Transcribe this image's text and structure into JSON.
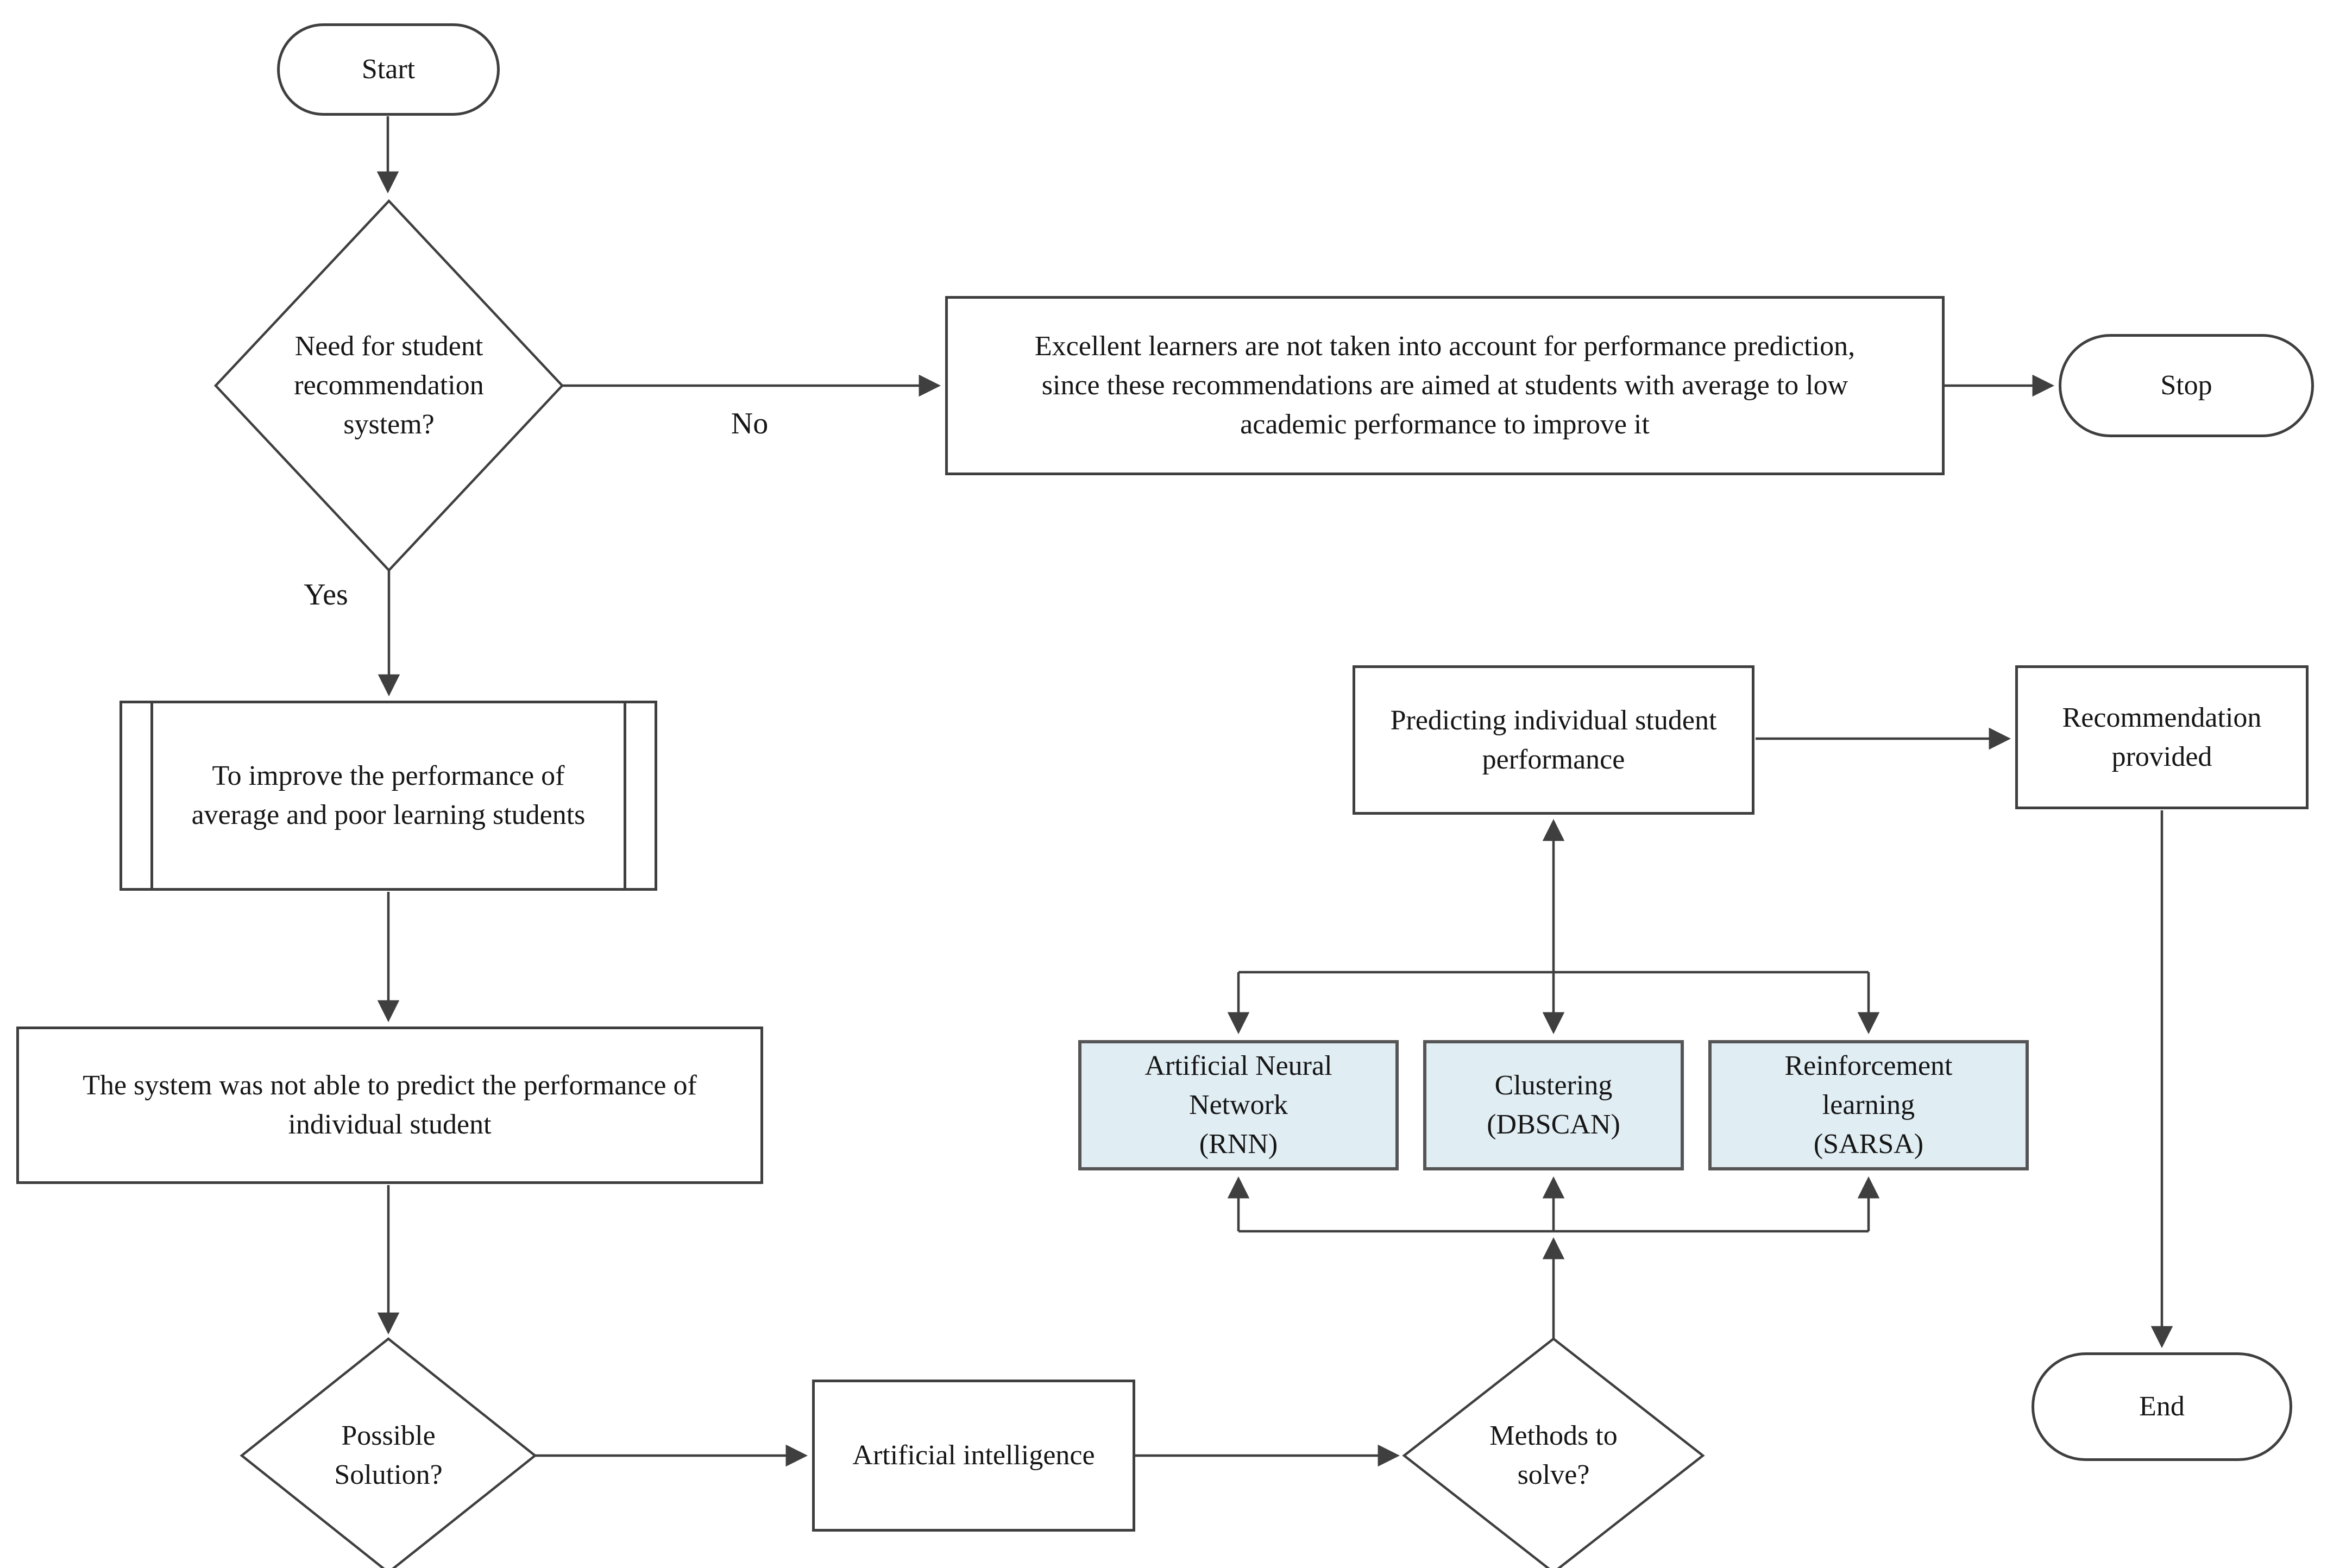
{
  "diagram_type": "flowchart",
  "colors": {
    "background": "#ffffff",
    "stroke": "#3f3f3f",
    "node_fill": "#ffffff",
    "method_node_fill": "#e0edf3",
    "text": "#161616"
  },
  "nodes": {
    "start": {
      "label": "Start",
      "shape": "terminator"
    },
    "need_decision": {
      "label": "Need for student\nrecommendation\nsystem?",
      "shape": "decision"
    },
    "excellent_learners": {
      "label": "Excellent learners are not taken into account for performance prediction,\nsince these recommendations are aimed at students with average to low\nacademic performance to improve it",
      "shape": "process"
    },
    "stop": {
      "label": "Stop",
      "shape": "terminator"
    },
    "improve_performance": {
      "label": "To improve the performance of\naverage and poor learning students",
      "shape": "predefined-process"
    },
    "system_not_able": {
      "label": "The system was not able to predict the performance of\nindividual student",
      "shape": "process"
    },
    "possible_solution": {
      "label": "Possible\nSolution?",
      "shape": "decision"
    },
    "artificial_intelligence": {
      "label": "Artificial intelligence",
      "shape": "process"
    },
    "methods_to_solve": {
      "label": "Methods to\nsolve?",
      "shape": "decision"
    },
    "ann_rnn": {
      "label": "Artificial Neural\nNetwork\n(RNN)",
      "shape": "method"
    },
    "clustering_dbscan": {
      "label": "Clustering\n(DBSCAN)",
      "shape": "method"
    },
    "reinforcement_sarsa": {
      "label": "Reinforcement\nlearning\n(SARSA)",
      "shape": "method"
    },
    "predicting_performance": {
      "label": "Predicting individual student\nperformance",
      "shape": "process"
    },
    "recommendation_provided": {
      "label": "Recommendation\nprovided",
      "shape": "process"
    },
    "end": {
      "label": "End",
      "shape": "terminator"
    }
  },
  "edge_labels": {
    "yes": "Yes",
    "no": "No"
  },
  "edges": [
    {
      "from": "start",
      "to": "need_decision"
    },
    {
      "from": "need_decision",
      "to": "excellent_learners",
      "label": "No"
    },
    {
      "from": "excellent_learners",
      "to": "stop"
    },
    {
      "from": "need_decision",
      "to": "improve_performance",
      "label": "Yes"
    },
    {
      "from": "improve_performance",
      "to": "system_not_able"
    },
    {
      "from": "system_not_able",
      "to": "possible_solution"
    },
    {
      "from": "possible_solution",
      "to": "artificial_intelligence"
    },
    {
      "from": "artificial_intelligence",
      "to": "methods_to_solve"
    },
    {
      "from": "methods_to_solve",
      "to": "ann_rnn"
    },
    {
      "from": "methods_to_solve",
      "to": "clustering_dbscan"
    },
    {
      "from": "methods_to_solve",
      "to": "reinforcement_sarsa"
    },
    {
      "from": "ann_rnn",
      "to": "predicting_performance"
    },
    {
      "from": "clustering_dbscan",
      "to": "predicting_performance"
    },
    {
      "from": "reinforcement_sarsa",
      "to": "predicting_performance"
    },
    {
      "from": "predicting_performance",
      "to": "recommendation_provided"
    },
    {
      "from": "recommendation_provided",
      "to": "end"
    }
  ]
}
